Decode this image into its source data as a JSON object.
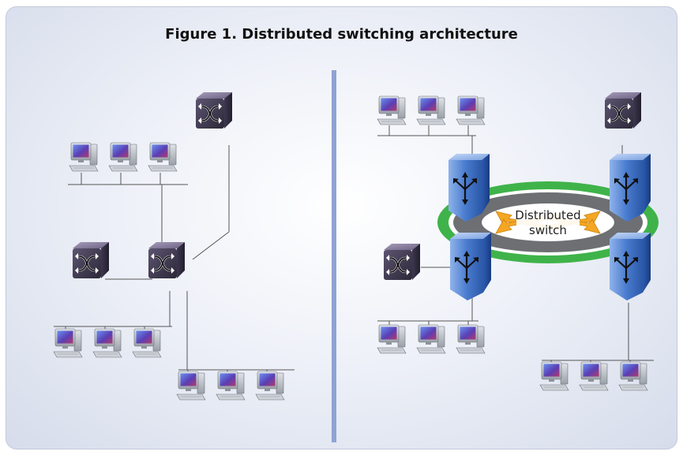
{
  "title": "Figure 1. Distributed switching architecture",
  "ring": {
    "label_line1": "Distributed",
    "label_line2": "switch"
  },
  "colors": {
    "divider": "#8fa3d4",
    "ring_green": "#3fb34a",
    "ring_gray": "#6d6f73",
    "router_blue": "#3d6cc2",
    "switch_dark": "#4a4459",
    "arrow_orange": "#f5a623"
  },
  "icons": [
    "switch-icon",
    "router-icon",
    "workstation-icon"
  ]
}
